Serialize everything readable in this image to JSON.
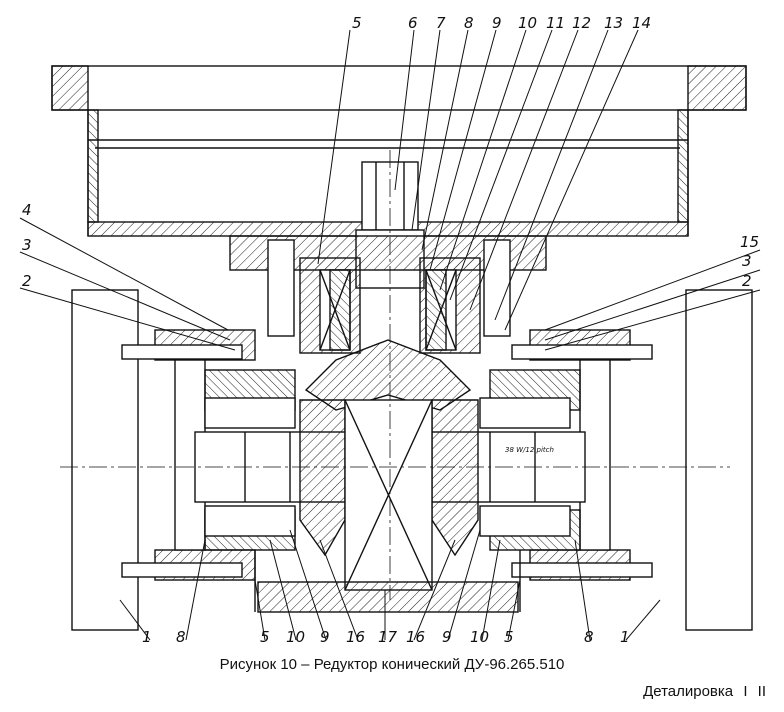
{
  "caption": "Рисунок 10 – Редуктор конический ДУ-96.265.510",
  "footer": {
    "section": "Деталировка",
    "mark1": "I",
    "mark2": "II"
  },
  "callouts_top": [
    "5",
    "6",
    "7",
    "8",
    "9",
    "10",
    "11",
    "12",
    "13",
    "14"
  ],
  "callouts_left": [
    "4",
    "3",
    "2"
  ],
  "callouts_right": [
    "15",
    "3",
    "2"
  ],
  "callouts_bottom": [
    "1",
    "8",
    "5",
    "10",
    "9",
    "16",
    "17",
    "16",
    "9",
    "10",
    "5",
    "8",
    "1"
  ],
  "thread_note": "38 W/12 pitch"
}
